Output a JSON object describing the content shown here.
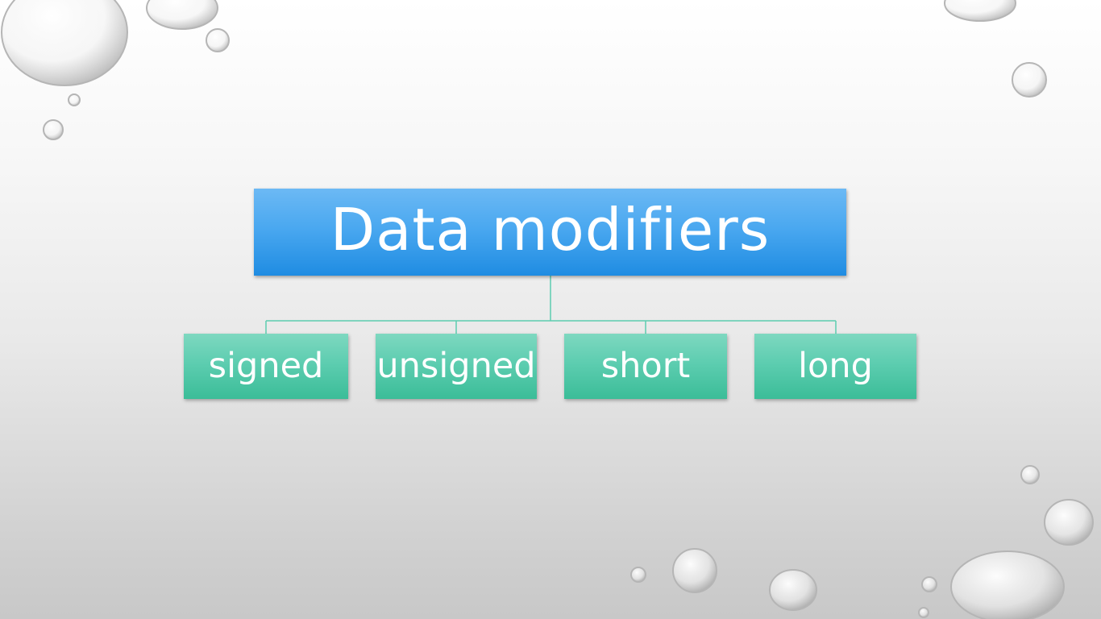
{
  "diagram": {
    "root": {
      "label": "Data modifiers"
    },
    "children": [
      {
        "label": "signed"
      },
      {
        "label": "unsigned"
      },
      {
        "label": "short"
      },
      {
        "label": "long"
      }
    ]
  },
  "colors": {
    "root_fill": "#3fa2ee",
    "child_fill": "#5ccdb0",
    "connector": "#5ccdb0",
    "text": "#ffffff"
  }
}
